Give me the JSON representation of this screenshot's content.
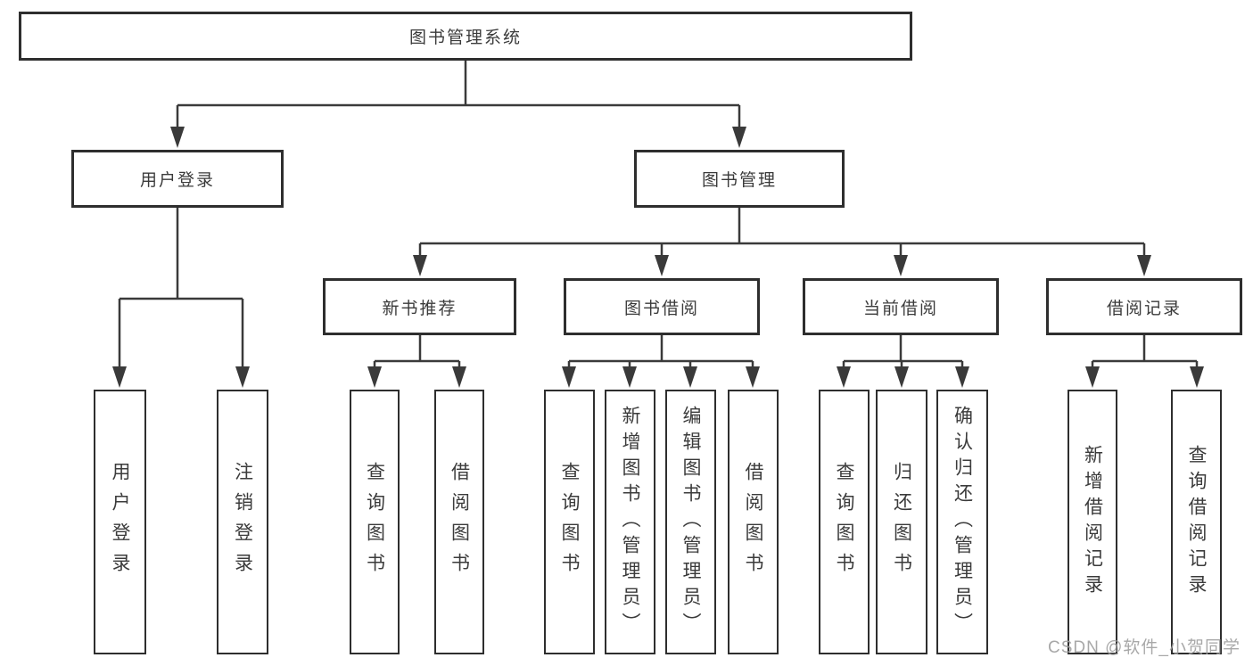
{
  "tree": {
    "root": {
      "label": "图书管理系统"
    },
    "branches": [
      {
        "label": "用户登录",
        "children": [
          {
            "label": "用户登录"
          },
          {
            "label": "注销登录"
          }
        ]
      },
      {
        "label": "图书管理",
        "children": [
          {
            "label": "新书推荐",
            "children": [
              {
                "label": "查询图书"
              },
              {
                "label": "借阅图书"
              }
            ]
          },
          {
            "label": "图书借阅",
            "children": [
              {
                "label": "查询图书"
              },
              {
                "label": "新增图书（管理员）"
              },
              {
                "label": "编辑图书（管理员）"
              },
              {
                "label": "借阅图书"
              }
            ]
          },
          {
            "label": "当前借阅",
            "children": [
              {
                "label": "查询图书"
              },
              {
                "label": "归还图书"
              },
              {
                "label": "确认归还（管理员）"
              }
            ]
          },
          {
            "label": "借阅记录",
            "children": [
              {
                "label": "新增借阅记录"
              },
              {
                "label": "查询借阅记录"
              }
            ]
          }
        ]
      }
    ]
  },
  "watermark": {
    "text": "CSDN @软件_小贺同学"
  },
  "colors": {
    "line": "#3a3a3a",
    "border": "#2e2e2e",
    "text": "#3b3b3b",
    "watermark": "#9e9e9e",
    "background": "#ffffff"
  }
}
